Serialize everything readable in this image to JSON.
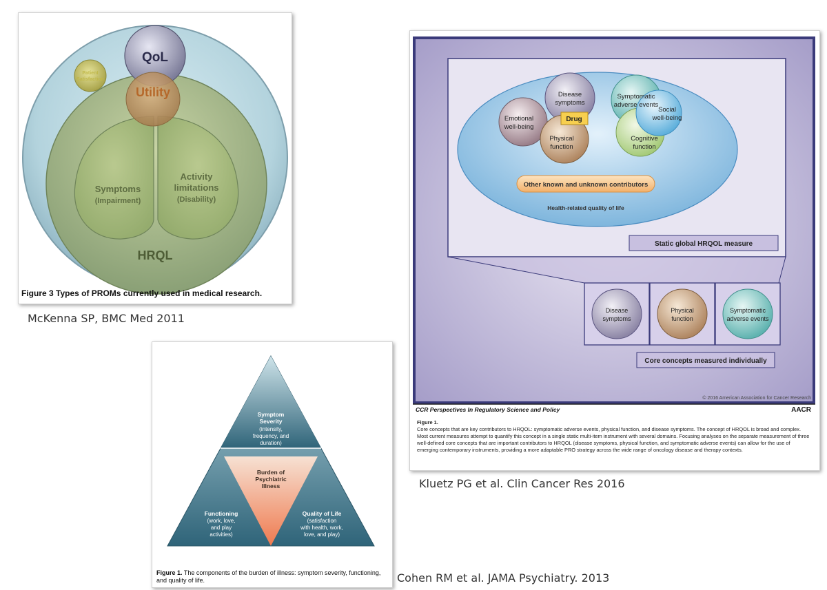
{
  "figures": {
    "mckenna": {
      "labels": {
        "qol": "QoL",
        "patient_satisfaction_line1": "Patient",
        "patient_satisfaction_line2": "Satisfaction",
        "utility": "Utility",
        "symptoms_line1": "Symptoms",
        "symptoms_line2": "(Impairment)",
        "activity_line1": "Activity",
        "activity_line2": "limitations",
        "activity_line3": "(Disability)",
        "hrql": "HRQL"
      },
      "caption_bold": "Figure 3",
      "caption_text": " Types of PROMs currently used in medical research.",
      "credit": "McKenna SP, BMC Med 2011"
    },
    "kluetz": {
      "labels": {
        "disease_symptoms_1": "Disease",
        "disease_symptoms_2": "symptoms",
        "symptomatic_1": "Symptomatic",
        "symptomatic_2": "adverse events",
        "emotional_1": "Emotional",
        "emotional_2": "well-being",
        "social_1": "Social",
        "social_2": "well-being",
        "drug": "Drug",
        "physical_1": "Physical",
        "physical_2": "function",
        "cognitive_1": "Cognitive",
        "cognitive_2": "function",
        "other_contributors": "Other known and unknown contributors",
        "hrqol": "Health-related quality of life",
        "static_global": "Static global HRQOL measure",
        "core_concepts": "Core concepts measured individually",
        "box_disease_1": "Disease",
        "box_disease_2": "symptoms",
        "box_physical_1": "Physical",
        "box_physical_2": "function",
        "box_symptomatic_1": "Symptomatic",
        "box_symptomatic_2": "adverse events",
        "copyright": "© 2016 American Association for Cancer Research",
        "series": "CCR Perspectives In Regulatory Science and Policy",
        "aacr": "AACR"
      },
      "caption_title": "Figure 1.",
      "caption_body": "Core concepts that are key contributors to HRQOL: symptomatic adverse events, physical function, and disease symptoms. The concept of HRQOL is broad and complex. Most current measures attempt to quantify this concept in a single static multi-item instrument with several domains. Focusing analyses on the separate measurement of three well-defined core concepts that are important contributors to HRQOL (disease symptoms, physical function, and symptomatic adverse events) can allow for the use of emerging contemporary instruments, providing a more adaptable PRO strategy across the wide range of oncology disease and therapy contexts.",
      "credit": "Kluetz PG et al. Clin Cancer Res 2016"
    },
    "cohen": {
      "labels": {
        "severity_1": "Symptom",
        "severity_2": "Severity",
        "severity_3": "(intensity,",
        "severity_4": "frequency, and",
        "severity_5": "duration)",
        "burden_1": "Burden of",
        "burden_2": "Psychiatric",
        "burden_3": "Illness",
        "functioning_1": "Functioning",
        "functioning_2": "(work, love,",
        "functioning_3": "and play",
        "functioning_4": "activities)",
        "qol_1": "Quality of Life",
        "qol_2": "(satisfaction",
        "qol_3": "with health, work,",
        "qol_4": "love, and play)"
      },
      "caption_bold": "Figure 1.",
      "caption_text": " The components of the burden of illness: symptom severity, functioning, and quality of life.",
      "credit": "Cohen RM et al. JAMA Psychiatry. 2013"
    }
  }
}
